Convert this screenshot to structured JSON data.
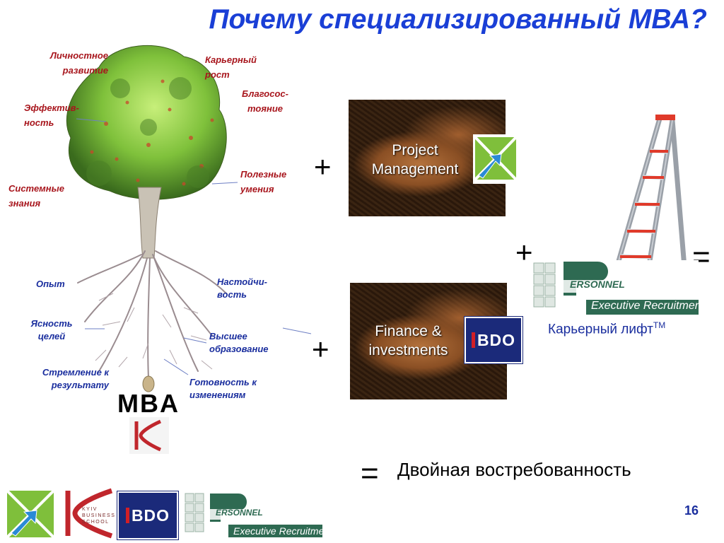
{
  "title": "Почему специализированный МВА?",
  "tree": {
    "crown_labels": [
      {
        "lines": [
          "Личностное",
          "развитие"
        ]
      },
      {
        "lines": [
          "Карьерный",
          "рост"
        ]
      },
      {
        "lines": [
          "Благосос-",
          "тояние"
        ]
      },
      {
        "lines": [
          "Эффектив-",
          "ность"
        ]
      },
      {
        "lines": [
          "Системные",
          "знания"
        ]
      },
      {
        "lines": [
          "Полезные",
          "умения"
        ]
      }
    ],
    "root_labels": [
      {
        "lines": [
          "Опыт"
        ]
      },
      {
        "lines": [
          "Настойчи-",
          "вость"
        ]
      },
      {
        "lines": [
          "Ясность",
          "целей"
        ]
      },
      {
        "lines": [
          "Высшее",
          "образование"
        ]
      },
      {
        "lines": [
          "Стремление к",
          "результату"
        ]
      },
      {
        "lines": [
          "Готовность к",
          "изменениям"
        ]
      }
    ],
    "base_label": "MBA"
  },
  "cards": {
    "project": {
      "line1": "Project",
      "line2": "Management"
    },
    "finance": {
      "line1": "Finance &",
      "line2": "investments"
    }
  },
  "operators": {
    "plus": "+",
    "equals": "="
  },
  "bdo": {
    "label": "BDO"
  },
  "personnel": {
    "line1": "ERSONNEL",
    "line2": "Executive Recruitment"
  },
  "career_lift": {
    "text": "Карьерный лифт",
    "tm": "TM"
  },
  "double_demand": "Двойная востребованность",
  "footer": {
    "kbs_lines": [
      "KYIV",
      "BUSINESS",
      "SCHOOL"
    ],
    "page_number": "16"
  },
  "colors": {
    "title": "#1a3fd6",
    "crown_label": "#a8161d",
    "root_label": "#1a2e9e",
    "bdo_blue": "#1b2a7a",
    "bdo_red": "#d21f26",
    "personnel_green": "#2e6a52",
    "pm_green": "#7fbf3b",
    "pm_blue": "#2a8ad6",
    "kbs_red": "#c0262c"
  },
  "icons": [
    "tree-illustration",
    "ladder-icon",
    "project-management-logo",
    "kbs-logo",
    "bdo-logo",
    "personnel-logo"
  ]
}
